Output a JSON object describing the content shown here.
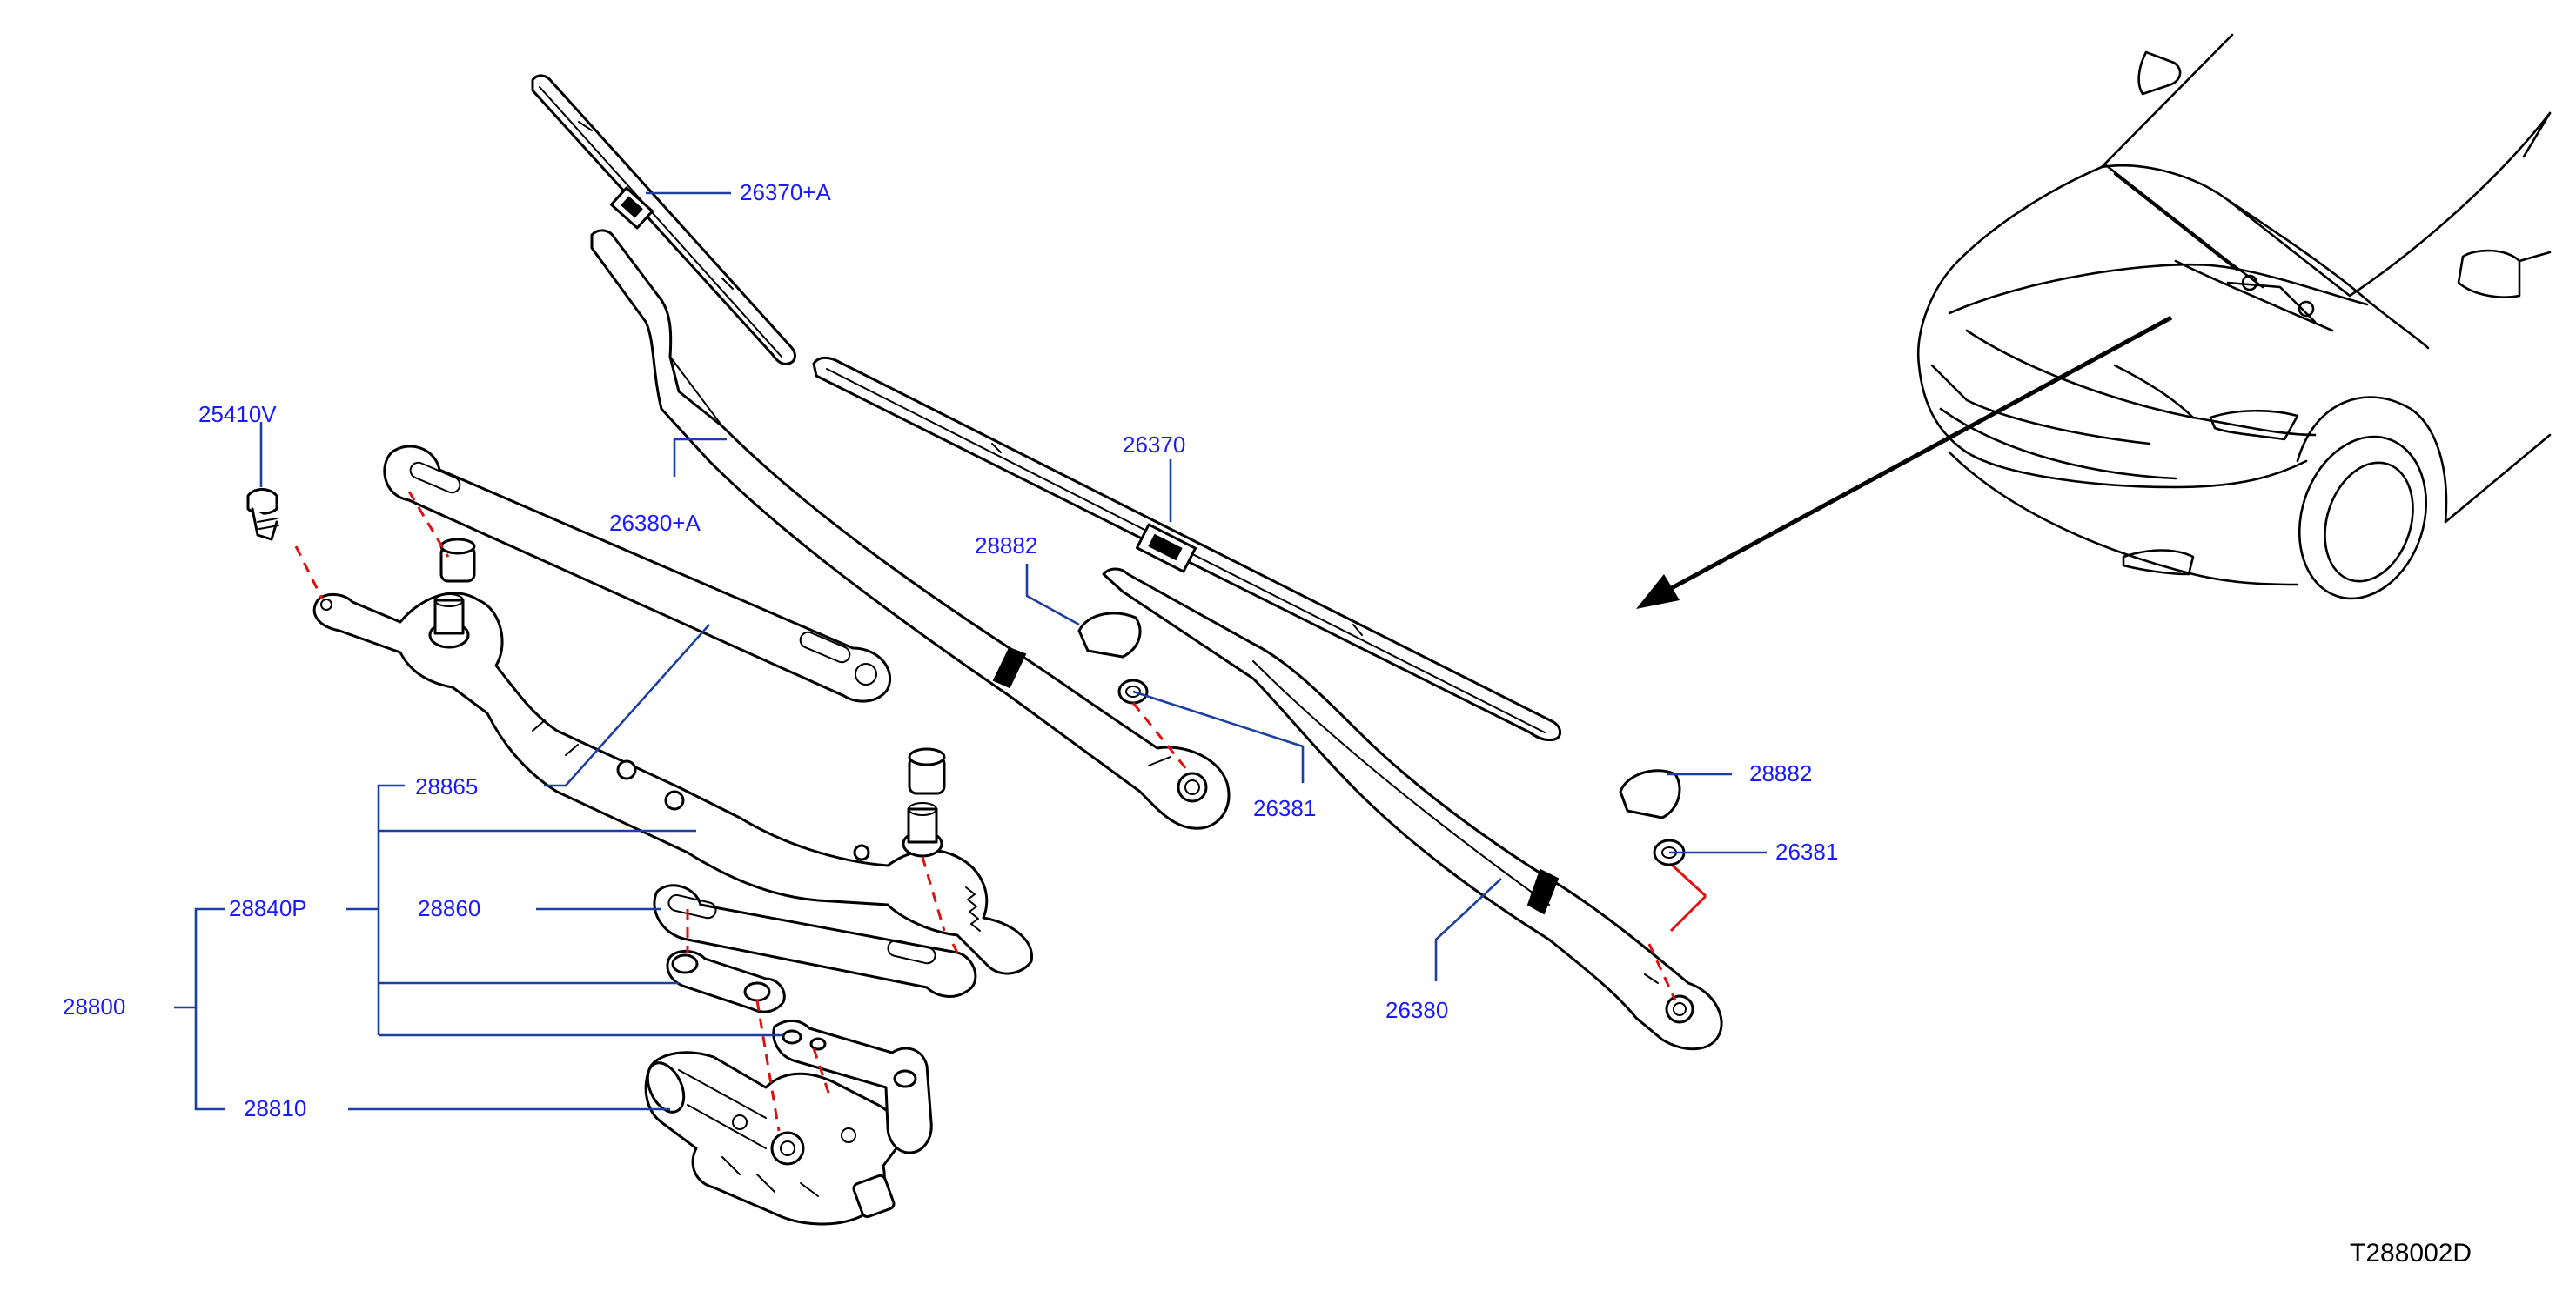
{
  "callouts": {
    "c26370A": "26370+A",
    "c25410V": "25410V",
    "c26380A": "26380+A",
    "c26370": "26370",
    "c28882a": "28882",
    "c26381a": "26381",
    "c28865": "28865",
    "c28882b": "28882",
    "c26381b": "26381",
    "c28840P": "28840P",
    "c28860": "28860",
    "c28800": "28800",
    "c26380": "26380",
    "c28810": "28810"
  },
  "reference_code": "T288002D",
  "colors": {
    "callout_text": "#1a1aff",
    "leader_line": "#1d3fa0",
    "alignment_line": "#e01010",
    "linework": "#000000"
  }
}
